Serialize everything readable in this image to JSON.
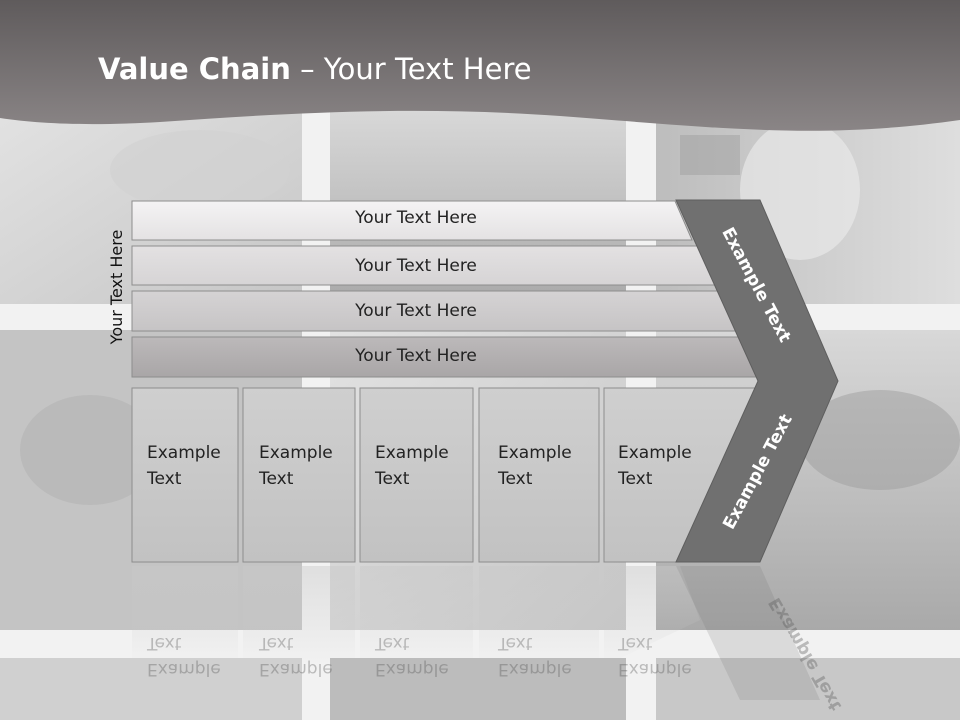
{
  "slide": {
    "title_bold": "Value Chain",
    "title_rest": " – Your Text Here"
  },
  "diagram": {
    "side_label": "Your Text Here",
    "bars": [
      {
        "label": "Your Text Here"
      },
      {
        "label": "Your Text Here"
      },
      {
        "label": "Your Text Here"
      },
      {
        "label": "Your Text Here"
      }
    ],
    "columns": [
      {
        "line1": "Example",
        "line2": "Text"
      },
      {
        "line1": "Example",
        "line2": "Text"
      },
      {
        "line1": "Example",
        "line2": "Text"
      },
      {
        "line1": "Example",
        "line2": "Text"
      },
      {
        "line1": "Example",
        "line2": "Text"
      }
    ],
    "arrow_upper": "Example Text",
    "arrow_lower": "Example Text"
  },
  "colors": {
    "title_band": "#6e6a6b",
    "arrow_dark": "#6f6f6f",
    "bar_fill_light": "#efeeef",
    "bar_fill_dark": "#b3b0b1",
    "column_fill": "#c9c9c9"
  }
}
